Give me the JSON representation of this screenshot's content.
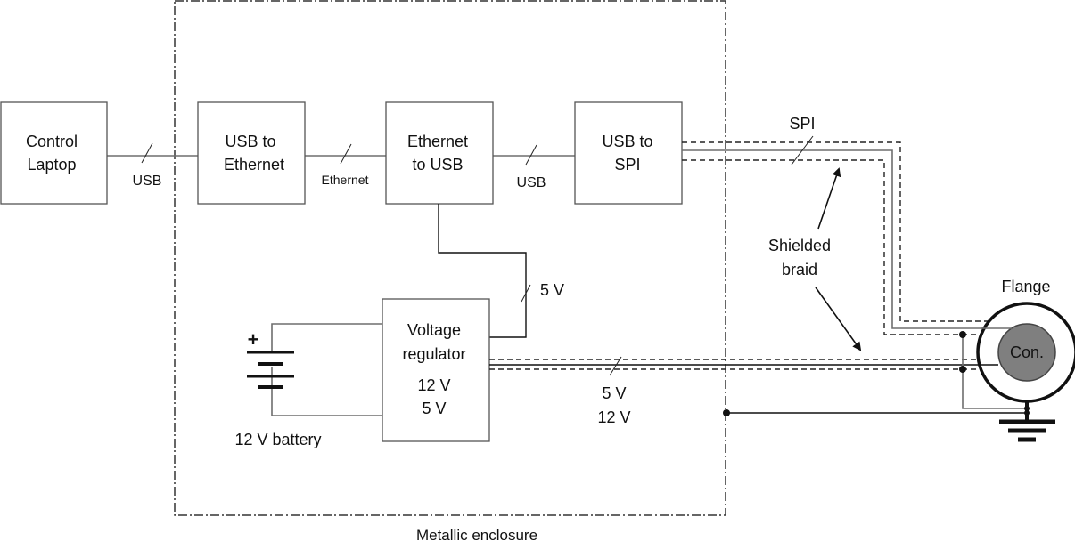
{
  "diagram": {
    "blocks": {
      "control_laptop": [
        "Control",
        "Laptop"
      ],
      "usb_to_ethernet": [
        "USB to",
        "Ethernet"
      ],
      "ethernet_to_usb": [
        "Ethernet",
        "to USB"
      ],
      "usb_to_spi": [
        "USB to",
        "SPI"
      ],
      "voltage_regulator": [
        "Voltage",
        "regulator",
        "12 V",
        "5 V"
      ]
    },
    "links": {
      "laptop_usb": "USB",
      "ethernet": "Ethernet",
      "usb_spi": "USB",
      "spi": "SPI",
      "five_v_supply": "5 V",
      "power_out": [
        "5 V",
        "12 V"
      ]
    },
    "annotations": {
      "shielded_braid": [
        "Shielded",
        "braid"
      ],
      "flange": "Flange",
      "connector": "Con.",
      "battery": "12 V battery",
      "battery_polarity": "+",
      "enclosure": "Metallic enclosure"
    }
  }
}
